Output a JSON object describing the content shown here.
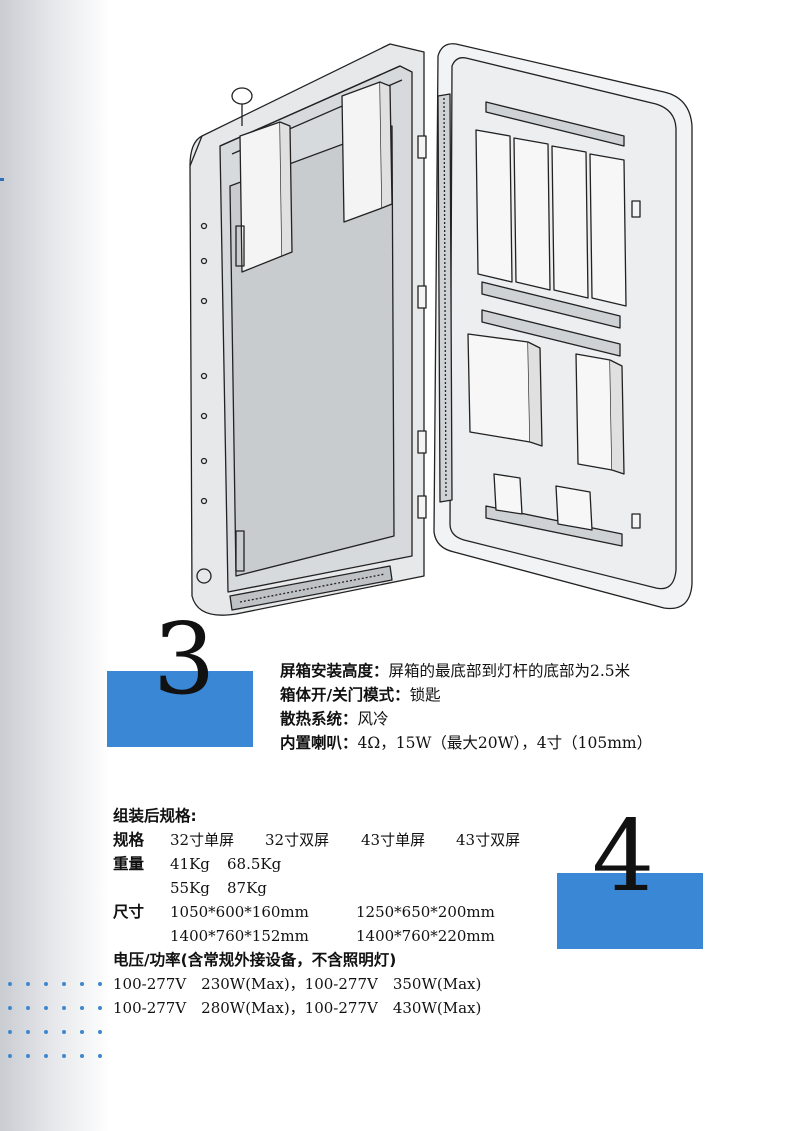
{
  "section3": {
    "number": "3",
    "specs": [
      {
        "label": "屏箱安装高度：",
        "value": "屏箱的最底部到灯杆的底部为2.5米"
      },
      {
        "label": "箱体开/关门模式：",
        "value": "锁匙"
      },
      {
        "label": "散热系统：",
        "value": "风冷"
      },
      {
        "label": "内置喇叭：",
        "value": "4Ω，15W（最大20W），4寸（105mm）"
      }
    ]
  },
  "section4": {
    "number": "4",
    "title": "组装后规格:",
    "spec_label": "规格",
    "spec_values": [
      "32寸单屏",
      "32寸双屏",
      "43寸单屏",
      "43寸双屏"
    ],
    "weight_label": "重量",
    "weight_values": [
      "41Kg",
      "68.5Kg",
      "55Kg",
      "87Kg"
    ],
    "size_label": "尺寸",
    "size_values": [
      "1050*600*160mm",
      "1250*650*200mm",
      "1400*760*152mm",
      "1400*760*220mm"
    ],
    "power_title": "电压/功率(含常规外接设备，不含照明灯)",
    "power_rows": [
      "100-277V　230W(Max)，100-277V　350W(Max)",
      "100-277V　280W(Max)，100-277V　430W(Max)"
    ]
  },
  "colors": {
    "accent_blue": "#3a87d6",
    "dot_blue": "#3f86cf"
  },
  "illustration": "open-outdoor-cabinet-drawing"
}
